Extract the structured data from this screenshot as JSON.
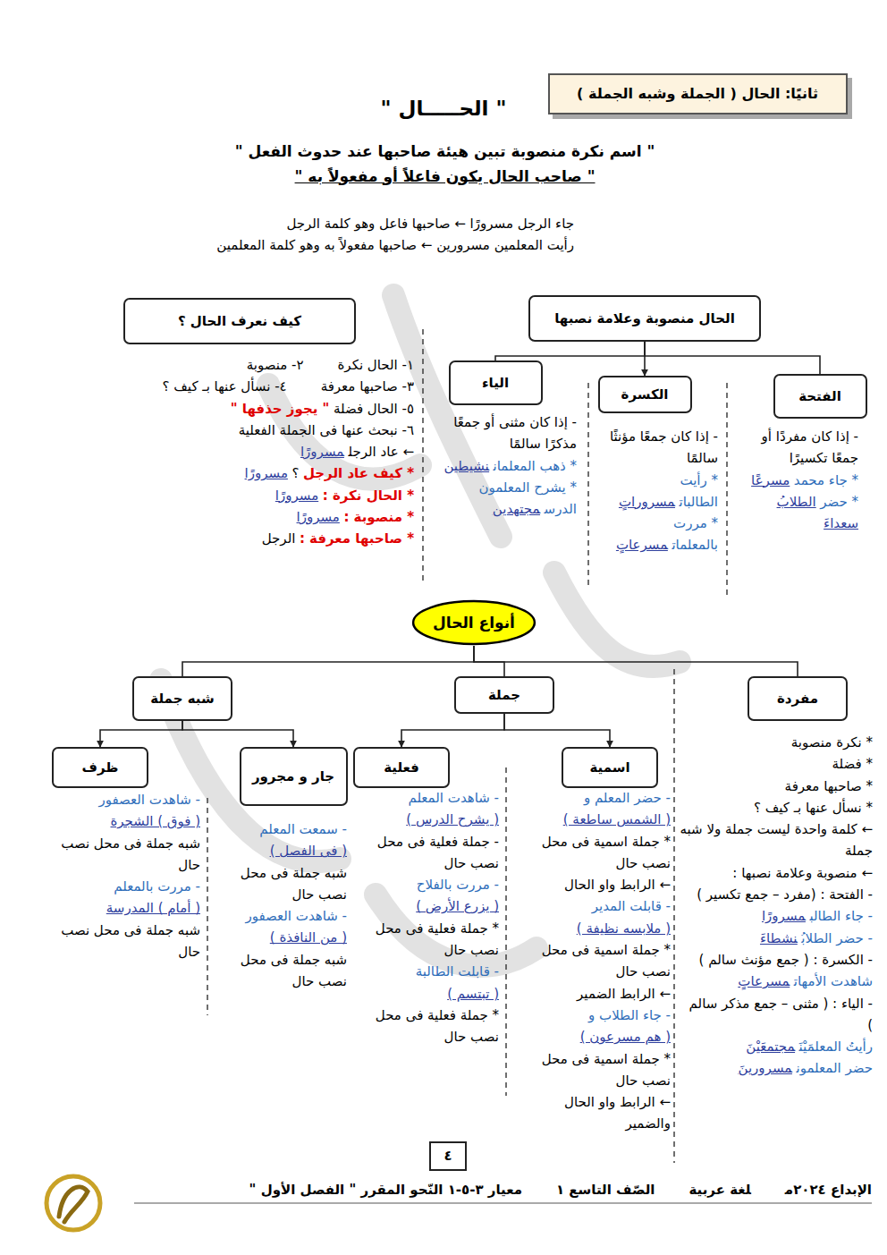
{
  "diagram": {
    "title": "\" الحـــــال \"",
    "nodes": [
      {
        "text": [
          "ثانيًا: الحال ( الجملة وشبه الجملة )"
        ]
      },
      {
        "text": [
          "الحال منصوبة وعلامة نصبها"
        ]
      },
      {
        "text": [
          "كيف نعرف الحال ؟"
        ]
      },
      {
        "text": [
          "الفتحة"
        ]
      },
      {
        "text": [
          "الكسرة"
        ]
      },
      {
        "text": [
          "الياء"
        ]
      },
      {
        "text": [
          "أنواع الحال"
        ]
      },
      {
        "text": [
          "مفردة"
        ]
      },
      {
        "text": [
          "جملة"
        ]
      },
      {
        "text": [
          "شبه جملة"
        ]
      },
      {
        "text": [
          "اسمية"
        ]
      },
      {
        "text": [
          "فعلية"
        ]
      },
      {
        "text": [
          "جار و مجرور"
        ]
      },
      {
        "text": [
          "ظرف"
        ]
      },
      {
        "text": [
          "٤"
        ]
      }
    ],
    "edges": [
      {
        "from": 1,
        "to": 3,
        "arrow": "none"
      },
      {
        "from": 1,
        "to": 4,
        "arrow": "to"
      },
      {
        "from": 1,
        "to": 5,
        "arrow": "none"
      },
      {
        "from": 6,
        "to": 7,
        "arrow": "none"
      },
      {
        "from": 6,
        "to": 8,
        "arrow": "none"
      },
      {
        "from": 6,
        "to": 9,
        "arrow": "none"
      },
      {
        "from": 8,
        "to": 10,
        "arrow": "to"
      },
      {
        "from": 8,
        "to": 11,
        "arrow": "to"
      },
      {
        "from": 9,
        "to": 12,
        "arrow": "to"
      },
      {
        "from": 9,
        "to": 13,
        "arrow": "to"
      }
    ],
    "labels": [
      "\" اسم نكرة منصوبة تبين هيئة صاحبها عند حدوث الفعل \"",
      "\" صاحب الحال يكون فاعلاً أو مفعولاً به \"",
      "جاء الرجل مسرورًا ← صاحبها فاعل وهو كلمة الرجل",
      "رأيت المعلمين مسرورين ← صاحبها مفعولاً به وهو كلمة المعلمين",
      "- إذا كان مفردًا أو جمعًا تكسيرًا",
      "* جاء محمد",
      "مسرعًا",
      "* حضر",
      "الطلابُ سعداءَ",
      "- إذا كان جمعًا مؤنثًا سالمًا",
      "* رأيت الطالبات",
      "مسروراتٍ",
      "* مررت بالمعلمات",
      "مسرعاتٍ",
      "- إذا كان مثنى أو جمعًا مذكرًا سالمًا",
      "* ذهب المعلمان",
      "نشيطين",
      "* يشرح المعلمون الدرس",
      "مجتهدين",
      "١- الحال نكرة",
      "٢- منصوبة",
      "٣- صاحبها معرفة",
      "٤- نسأل عنها بـ كيف ؟",
      "٥- الحال فضلة",
      "\" يجوز حذفها \"",
      "٦- نبحث عنها فى الجملة الفعلية",
      "← عاد الرجل",
      "مسرورًا",
      "* كيف عاد الرجل",
      "؟",
      "مسرورًا",
      "* الحال نكرة :",
      "مسرورًا",
      "* منصوبة :",
      "مسرورًا",
      "* صاحبها معرفة :",
      "الرجل",
      "* نكرة منصوبة",
      "* فضلة",
      "* صاحبها معرفة",
      "* نسأل عنها بـ كيف ؟",
      "← كلمة واحدة ليست جملة ولا شبه جملة",
      "← منصوبة وعلامة نصبها :",
      "- الفتحة : (مفرد – جمع تكسير )",
      "- جاء الطالب",
      "مسرورًا",
      "- حضر الطلابُ",
      "نشطاءَ",
      "- الكسرة : ( جمع مؤنث سالم )",
      "شاهدت الأمهات",
      "مسرعاتٍ",
      "- الياء : ( مثنى – جمع مذكر سالم )",
      "رأيتُ المعلمَيْنَ",
      "مجتمعَيْنَ",
      "حضر المعلمون",
      "مسرورينَ",
      "- حضر المعلم و",
      "( الشمس ساطعة )",
      "* جملة اسمية فى محل نصب حال",
      "← الرابط واو الحال",
      "- قابلت المدير",
      "( ملابسه نظيفة )",
      "* جملة اسمية فى محل نصب حال",
      "← الرابط الضمير",
      "- جاء الطلاب و",
      "( هم مسرعون )",
      "* جملة اسمية فى محل نصب حال",
      "← الرابط واو الحال والضمير",
      "- شاهدت المعلم",
      "( يشرح الدرس )",
      "- جملة فعلية فى محل نصب حال",
      "- مررت بالفلاح",
      "( يزرع الأرض )",
      "* جملة فعلية فى محل نصب حال",
      "- قابلت الطالبة",
      "( تبتسم )",
      "* جملة فعلية فى محل نصب حال",
      "- سمعت المعلم",
      "( فى الفصل )",
      "شبه جملة فى محل نصب حال",
      "-  شاهدت العصفور",
      "( من النافذة )",
      "شبه جملة فى محل نصب حال",
      "- شاهدت العصفور",
      "( فوق ) الشجرة",
      "شبه جملة فى محل نصب حال",
      "- مررت بالمعلم",
      "( أمام ) المدرسة",
      "شبه جملة فى محل نصب حال",
      "الإبداع ٢٠٢٤م",
      "لغة عربية",
      "الصّف التاسع ١",
      "معيار ٣-٥-١ النّحو المقرر \" الفصل الأول \""
    ]
  }
}
